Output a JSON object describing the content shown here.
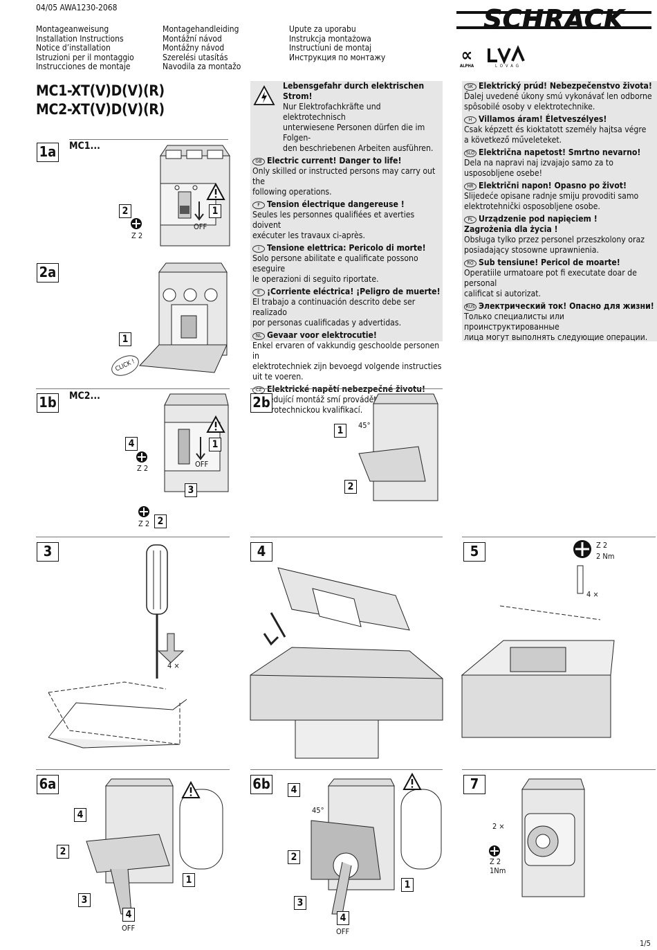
{
  "doc_code": "04/05 AWA1230-2068",
  "logo": "SCHRACK",
  "cert1": "ALPHA",
  "cert2": "LOVAG",
  "titles_col1": [
    "Montageanweisung",
    "Installation Instructions",
    "Notice d’installation",
    "Istruzioni per il montaggio",
    "Instrucciones de montaje"
  ],
  "titles_col2": [
    "Montagehandleiding",
    "Montážní návod",
    "Montážny návod",
    "Szerelési utasítás",
    "Navodila za montažo"
  ],
  "titles_col3": [
    "Upute za uporabu",
    "Instrukcja montażowa",
    "Instructiuni de montaj",
    "Инструкция по монтажу"
  ],
  "product_line1": "MC1-XT(V)D(V)(R)",
  "product_line2": "MC2-XT(V)D(V)(R)",
  "warning_left": [
    {
      "code": "",
      "head": "Lebensgefahr durch elektrischen Strom!",
      "body": "Nur Elektrofachkräfte und elektrotechnisch\nunterwiesene Personen dürfen die im Folgen-\nden beschriebenen Arbeiten ausführen."
    },
    {
      "code": "GB",
      "head": "Electric current! Danger to life!",
      "body": "Only skilled or instructed persons may carry out the\nfollowing operations."
    },
    {
      "code": "F",
      "head": "Tension électrique dangereuse !",
      "body": "Seules les personnes qualifiées et averties doivent\nexécuter les travaux ci-après."
    },
    {
      "code": "I",
      "head": "Tensione elettrica: Pericolo di morte!",
      "body": "Solo persone abilitate e qualificate possono eseguire\nle operazioni di seguito riportate."
    },
    {
      "code": "E",
      "head": "¡Corriente eléctrica! ¡Peligro de muerte!",
      "body": "El trabajo a continuación descrito debe ser realizado\npor personas cualificadas y advertidas."
    },
    {
      "code": "NL",
      "head": "Gevaar voor elektrocutie!",
      "body": "Enkel ervaren of vakkundig geschoolde personen in\nelektrotechniek zijn bevoegd volgende instructies\nuit te voeren."
    },
    {
      "code": "CZ",
      "head": "Elektrické napětí nebezpečné životu!",
      "body": "Následující montáž smí provádět jen osoba s\nelektrotechnickou kvalifikací."
    }
  ],
  "warning_right": [
    {
      "code": "SK",
      "head": "Elektrický prúd! Nebezpečenstvo života!",
      "body": "Ďalej uvedené úkony smú vykonávať len odborne\nspôsobilé osoby v elektrotechnike."
    },
    {
      "code": "H",
      "head": "Villamos áram! Életveszélyes!",
      "body": "Csak képzett és kioktatott személy hajtsa végre\na következő műveleteket."
    },
    {
      "code": "SLO",
      "head": "Električna napetost! Smrtno nevarno!",
      "body": "Dela na napravi naj izvajajo samo za to\nusposobljene osebe!"
    },
    {
      "code": "HR",
      "head": "Električni napon! Opasno po život!",
      "body": "Slijedeće opisane radnje smiju provoditi samo\nelektrotehnički osposobljene osobe."
    },
    {
      "code": "PL",
      "head": "Urządzenie pod napięciem !\nZagrożenia dla życia !",
      "body": "Obsługa tylko przez personel przeszkolony oraz\nposiadający stosowne uprawnienia."
    },
    {
      "code": "RO",
      "head": "Sub tensiune! Pericol de moarte!",
      "body": "Operatiile urmatoare pot fi executate doar de personal\ncalificat si autorizat."
    },
    {
      "code": "RUS",
      "head": "Электрический ток! Опасно для жизни!",
      "body": "Только специалисты или проинструктированные\nлица могут выполнять следующие операции."
    }
  ],
  "steps": {
    "s1a": "1a",
    "s2a": "2a",
    "s1b": "1b",
    "s2b": "2b",
    "s3": "3",
    "s4": "4",
    "s5": "5",
    "s6a": "6a",
    "s6b": "6b",
    "s7": "7"
  },
  "sub_mc1": "MC1...",
  "sub_mc2": "MC2...",
  "labels": {
    "off": "OFF",
    "z2": "Z 2",
    "click": "CLICK !",
    "deg45": "45°",
    "times4": "4 ×",
    "times2": "2 ×",
    "nm2": "2 Nm",
    "nm1": "1Nm",
    "one": "1",
    "two": "2",
    "three": "3",
    "four": "4"
  },
  "page_no": "1/5"
}
